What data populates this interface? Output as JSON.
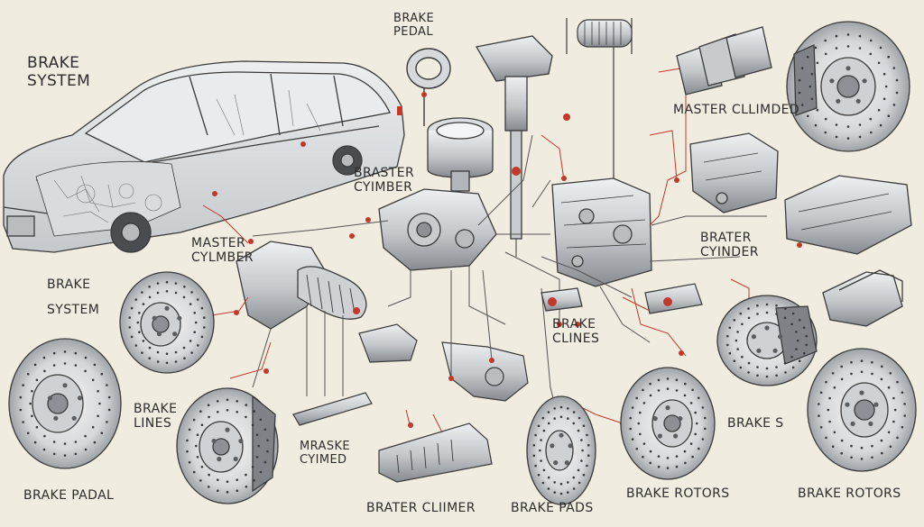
{
  "title": {
    "line1": "BRAKE",
    "line2": "SYSTEM"
  },
  "labels": {
    "brake_pedal": {
      "line1": "BRAKE",
      "line2": "PEDAL"
    },
    "braster_cyimber": {
      "line1": "BRASTER",
      "line2": "CYIMBER"
    },
    "master_climded": "MASTER CLLIMDED",
    "master_cylmber": {
      "line1": "MASTER",
      "line2": "CYLMBER"
    },
    "brater_cyinder": {
      "line1": "BRATER",
      "line2": "CYINDER"
    },
    "brake_system": {
      "line1": "BRAKE",
      "line2": "SYSTEM"
    },
    "brake_clines": {
      "line1": "BRAKE",
      "line2": "CLINES"
    },
    "brake_lines": {
      "line1": "BRAKE",
      "line2": "LINES"
    },
    "mraske_cyimed": {
      "line1": "MRASKE",
      "line2": "CYIMED"
    },
    "brake_s": "BRAKE S",
    "brake_padal": "BRAKE PADAL",
    "brater_climer": "BRATER CLIIMER",
    "brake_pads": "BRAKE PADS",
    "brake_rotors_1": "BRAKE ROTORS",
    "brake_rotors_2": "BRAKE ROTORS"
  },
  "colors": {
    "background": "#f1ece0",
    "ink": "#3a3a3a",
    "metal": "#c9ccce",
    "metal_dark": "#8d9196",
    "leader_red": "#c0392b",
    "car_body": "#dfe2e3"
  },
  "icons": [
    "car-illustration",
    "brake-rotor-icon",
    "brake-caliper-icon",
    "master-cylinder-icon",
    "brake-pedal-icon",
    "brake-pad-icon",
    "brake-line-icon"
  ]
}
